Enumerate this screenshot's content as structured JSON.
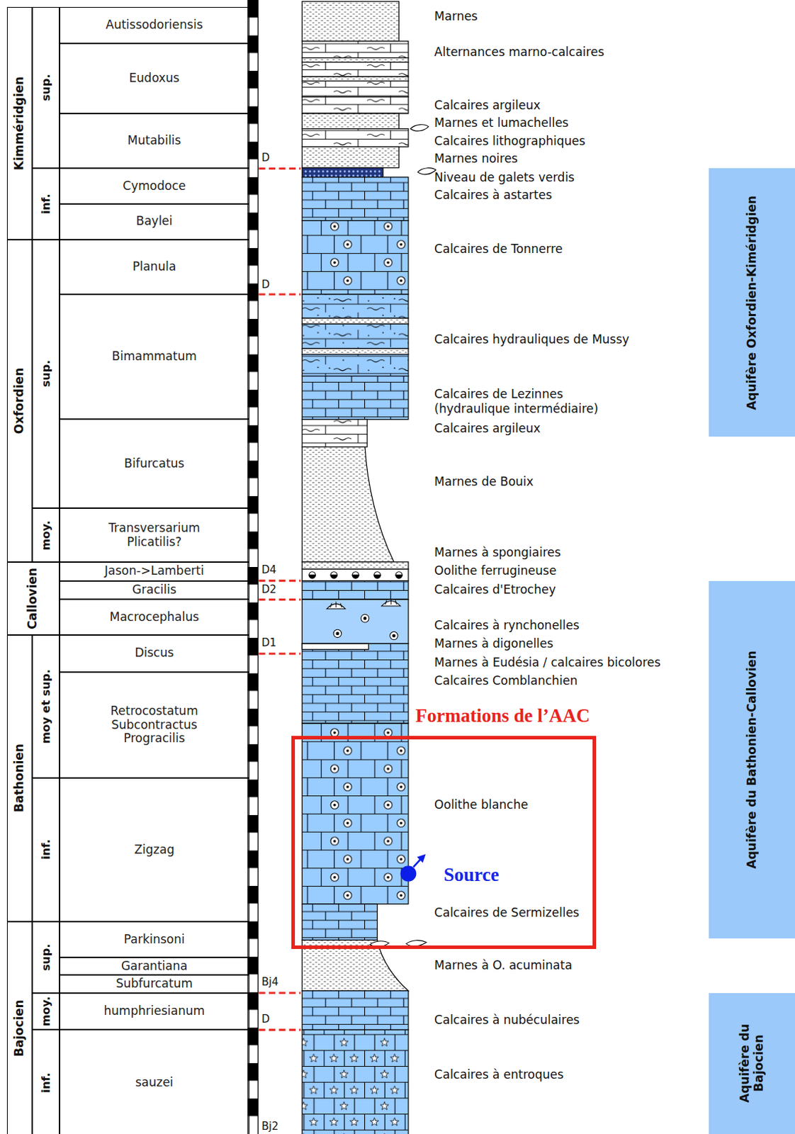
{
  "diagram": {
    "nodes": [
      {
        "text": [
          "Kimméridgien"
        ]
      },
      {
        "text": [
          "Oxfordien"
        ]
      },
      {
        "text": [
          "Callovien"
        ]
      },
      {
        "text": [
          "Bathonien"
        ]
      },
      {
        "text": [
          "Bajocien"
        ]
      },
      {
        "text": [
          "sup."
        ]
      },
      {
        "text": [
          "inf."
        ]
      },
      {
        "text": [
          "sup."
        ]
      },
      {
        "text": [
          "moy."
        ]
      },
      {
        "text": [
          "moy et sup."
        ]
      },
      {
        "text": [
          "inf."
        ]
      },
      {
        "text": [
          "sup."
        ]
      },
      {
        "text": [
          "moy."
        ]
      },
      {
        "text": [
          "inf."
        ]
      },
      {
        "text": [
          "Autissodoriensis"
        ]
      },
      {
        "text": [
          "Eudoxus"
        ]
      },
      {
        "text": [
          "Mutabilis"
        ]
      },
      {
        "text": [
          "Cymodoce"
        ]
      },
      {
        "text": [
          "Baylei"
        ]
      },
      {
        "text": [
          "Planula"
        ]
      },
      {
        "text": [
          "Bimammatum"
        ]
      },
      {
        "text": [
          "Bifurcatus"
        ]
      },
      {
        "text": [
          "Transversarium Plicatilis?"
        ]
      },
      {
        "text": [
          "Jason->Lamberti"
        ]
      },
      {
        "text": [
          "Gracilis"
        ]
      },
      {
        "text": [
          "Macrocephalus"
        ]
      },
      {
        "text": [
          "Discus"
        ]
      },
      {
        "text": [
          "Retrocostatum Subcontractus Progracilis"
        ]
      },
      {
        "text": [
          "Zigzag"
        ]
      },
      {
        "text": [
          "Parkinsoni"
        ]
      },
      {
        "text": [
          "Garantiana"
        ]
      },
      {
        "text": [
          "Subfurcatum"
        ]
      },
      {
        "text": [
          "humphriesianum"
        ]
      },
      {
        "text": [
          "sauzei"
        ]
      },
      {
        "text": [
          "Formations de l’AAC"
        ]
      },
      {
        "text": [
          "Aquifère Oxfordien-Kiméridgien"
        ]
      },
      {
        "text": [
          "Aquifère du Bathonien-Callovien"
        ]
      },
      {
        "text": [
          "Aquifère du Bajocien"
        ]
      }
    ],
    "labels": [
      "Marnes",
      "Alternances marno-calcaires",
      "Calcaires argileux",
      "Marnes et lumachelles",
      "Calcaires lithographiques",
      "D",
      "Marnes noires",
      "Niveau de galets verdis",
      "Calcaires à astartes",
      "Calcaires de Tonnerre",
      "D",
      "Calcaires hydrauliques de Mussy",
      "Calcaires de Lezinnes (hydraulique intermédiaire)",
      "Calcaires argileux",
      "Marnes de Bouix",
      "Marnes à spongiaires",
      "D4",
      "Oolithe ferrugineuse",
      "D2",
      "Calcaires d'Etrochey",
      "Calcaires à rynchonelles",
      "D1",
      "Marnes à digonelles",
      "Marnes à Eudésia / calcaires bicolores",
      "Calcaires Comblanchien",
      "Oolithe blanche",
      "Source",
      "Calcaires de Sermizelles",
      "Marnes à O. acuminata",
      "Bj4",
      "D",
      "Calcaires à nubéculaires",
      "Calcaires à entroques",
      "Bj2"
    ]
  }
}
